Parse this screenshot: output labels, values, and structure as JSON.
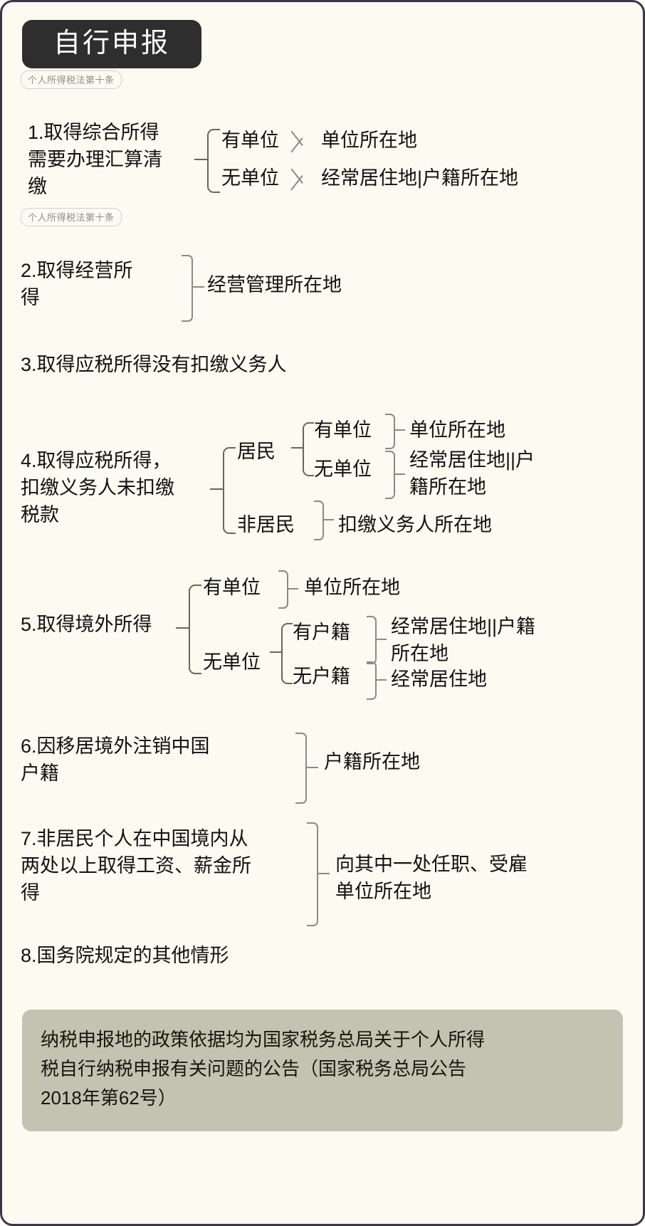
{
  "header": {
    "title": "自行申报",
    "tag": "个人所得税法第十条"
  },
  "tag2": "个人所得税法第十条",
  "items": {
    "i1": {
      "label": "1.取得综合所得\n需要办理汇算清\n缴",
      "b1": "有单位",
      "b2": "无单位",
      "r1": "单位所在地",
      "r2": "经常居住地|户籍所在地"
    },
    "i2": {
      "label": "2.取得经营所\n得",
      "r1": "经营管理所在地"
    },
    "i3": {
      "label": "3.取得应税所得没有扣缴义务人"
    },
    "i4": {
      "label": "4.取得应税所得，\n扣缴义务人未扣缴\n税款",
      "b1": "居民",
      "b1a": "有单位",
      "b1b": "无单位",
      "r1a": "单位所在地",
      "r1b": "经常居住地||户\n籍所在地",
      "b2": "非居民",
      "r2": "扣缴义务人所在地"
    },
    "i5": {
      "label": "5.取得境外所得",
      "b1": "有单位",
      "r1": "单位所在地",
      "b2": "无单位",
      "b2a": "有户籍",
      "r2a": "经常居住地||户籍\n所在地",
      "b2b": "无户籍",
      "r2b": "经常居住地"
    },
    "i6": {
      "label": "6.因移居境外注销中国\n户籍",
      "r1": "户籍所在地"
    },
    "i7": {
      "label": "7.非居民个人在中国境内从\n两处以上取得工资、薪金所\n得",
      "r1": "向其中一处任职、受雇\n单位所在地"
    },
    "i8": {
      "label": "8.国务院规定的其他情形"
    }
  },
  "note": "纳税申报地的政策依据均为国家税务总局关于个人所得\n税自行纳税申报有关问题的公告（国家税务总局公告\n2018年第62号）",
  "colors": {
    "page_bg": "#fdfaf2",
    "border": "#3a3548",
    "title_bg": "#2e2e2e",
    "note_bg": "#c4c2b1",
    "bracket": "#8a8a8a"
  }
}
